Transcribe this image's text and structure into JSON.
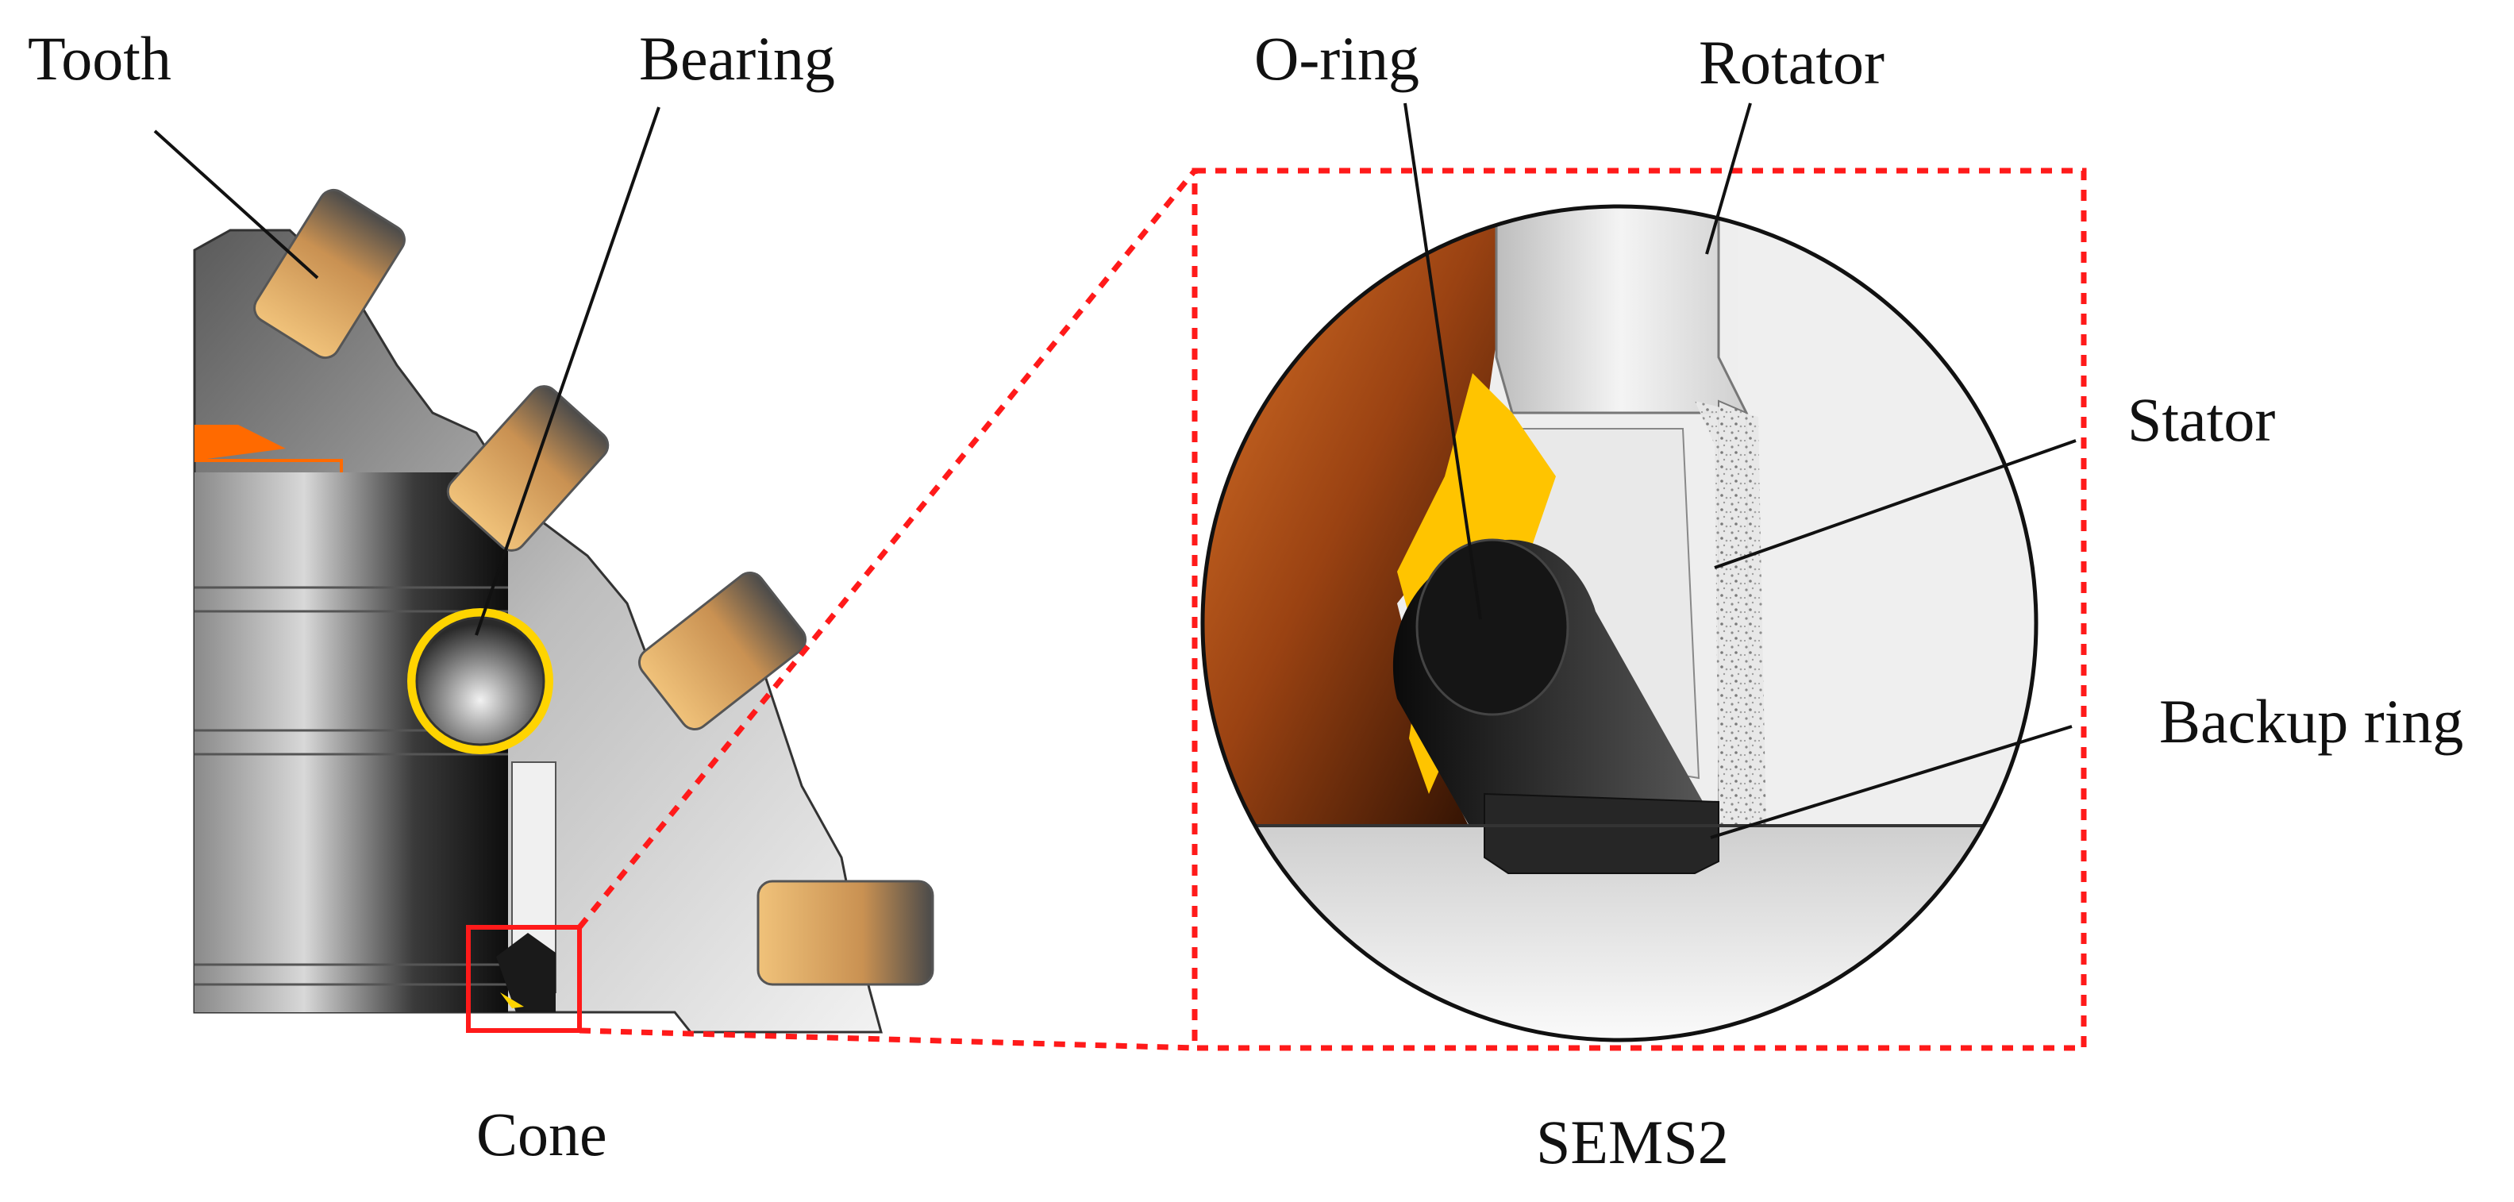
{
  "labels": {
    "tooth": "Tooth",
    "bearing": "Bearing",
    "o_ring": "O-ring",
    "rotator": "Rotator",
    "stator": "Stator",
    "backup_ring": "Backup ring",
    "cone": "Cone",
    "sems2": "SEMS2"
  },
  "colors": {
    "metal_dark": "#1a1a1a",
    "metal_light": "#e6e6e6",
    "tooth_tan": "#d9a766",
    "orange": "#ff6a00",
    "yellow": "#ffd400",
    "copper": "#b5561e",
    "zoom_red": "#ff1a1a"
  }
}
